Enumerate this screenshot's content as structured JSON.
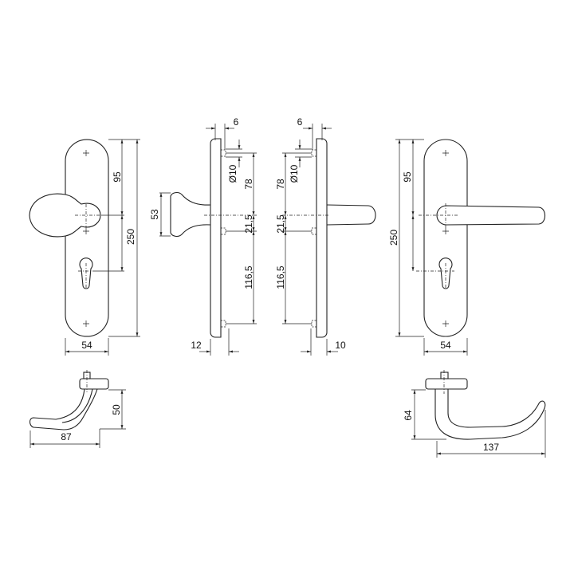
{
  "colors": {
    "line": "#222222",
    "background": "#ffffff"
  },
  "front_knob_plate": {
    "dim_95": "95",
    "dim_250": "250",
    "dim_54": "54"
  },
  "side_knob": {
    "dim_6": "6",
    "dim_d10": "Ø10",
    "dim_78": "78",
    "dim_21_5": "21,5",
    "dim_116_5": "116,5",
    "dim_53": "53",
    "dim_12": "12"
  },
  "side_lever": {
    "dim_6": "6",
    "dim_d10": "Ø10",
    "dim_78": "78",
    "dim_21_5": "21,5",
    "dim_116_5": "116,5",
    "dim_10": "10"
  },
  "front_lever_plate": {
    "dim_95": "95",
    "dim_250": "250",
    "dim_54": "54"
  },
  "top_knob": {
    "dim_50": "50",
    "dim_87": "87"
  },
  "top_lever": {
    "dim_64": "64",
    "dim_137": "137"
  }
}
